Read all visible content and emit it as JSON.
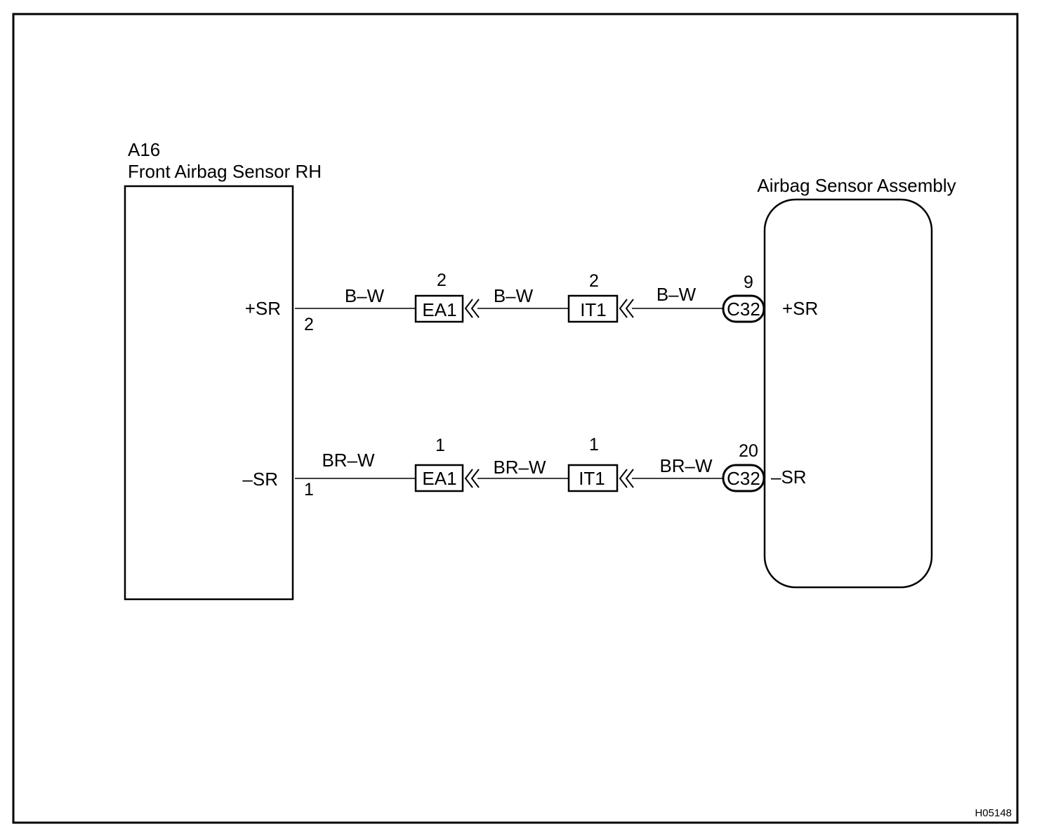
{
  "diagram_id": "H05148",
  "left_component": {
    "code": "A16",
    "name": "Front Airbag Sensor RH",
    "terminals": [
      {
        "signal": "+SR",
        "pin": "2"
      },
      {
        "signal": "–SR",
        "pin": "1"
      }
    ]
  },
  "right_component": {
    "name": "Airbag Sensor Assembly",
    "terminals": [
      {
        "signal": "+SR",
        "connector": "C32",
        "pin": "9"
      },
      {
        "signal": "–SR",
        "connector": "C32",
        "pin": "20"
      }
    ]
  },
  "circuits": [
    {
      "wire_colors": [
        "B–W",
        "B–W",
        "B–W"
      ],
      "connectors": [
        {
          "name": "EA1",
          "pin": "2"
        },
        {
          "name": "IT1",
          "pin": "2"
        }
      ]
    },
    {
      "wire_colors": [
        "BR–W",
        "BR–W",
        "BR–W"
      ],
      "connectors": [
        {
          "name": "EA1",
          "pin": "1"
        },
        {
          "name": "IT1",
          "pin": "1"
        }
      ]
    }
  ]
}
